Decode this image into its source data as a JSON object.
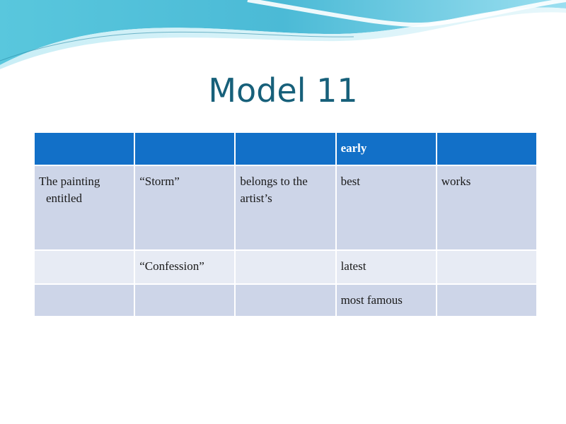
{
  "slide": {
    "title": "Model 11"
  },
  "table": {
    "header": [
      "",
      "",
      "",
      "early",
      ""
    ],
    "rows": [
      [
        "The painting entitled",
        "“Storm”",
        "belongs to the artist’s",
        "best",
        "works"
      ],
      [
        "",
        "“Confession”",
        "",
        "latest",
        ""
      ],
      [
        "",
        "",
        "",
        "most famous",
        ""
      ]
    ]
  },
  "colors": {
    "title": "#17607a",
    "header_fill": "#1270c8",
    "row_dark": "#cdd5e8",
    "row_light": "#e7ebf4"
  }
}
